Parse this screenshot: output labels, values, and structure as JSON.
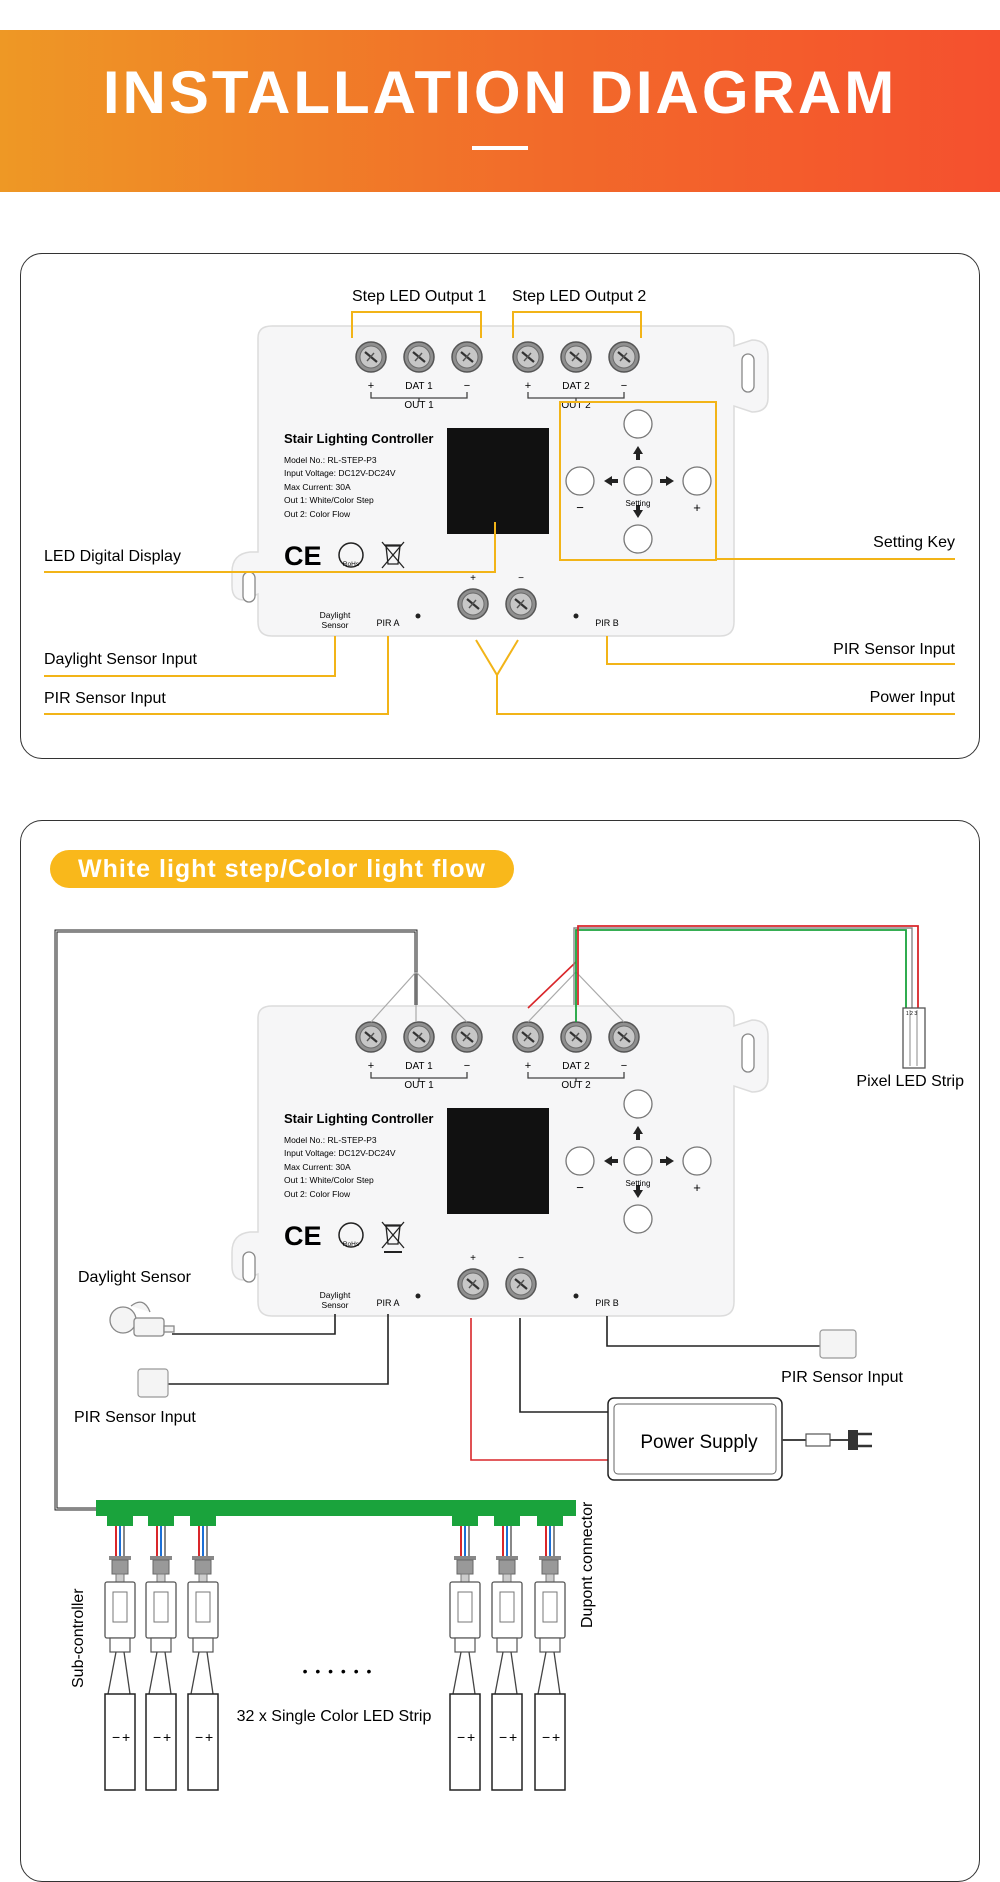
{
  "header": {
    "title": "INSTALLATION DIAGRAM"
  },
  "device": {
    "title": "Stair Lighting Controller",
    "specs": [
      "Model No.: RL-STEP-P3",
      "Input Voltage: DC12V-DC24V",
      "Max Current: 30A",
      "Out 1: White/Color Step",
      "Out 2: Color Flow"
    ],
    "dat1": "DAT 1",
    "dat2": "DAT 2",
    "out1": "OUT 1",
    "out2": "OUT 2",
    "plus": "+",
    "minus": "−",
    "setting": "Setting",
    "daylight_sensor": "Daylight Sensor",
    "pir_a": "PIR A",
    "pir_b": "PIR B",
    "ce": "CE",
    "rohs": "RoHs"
  },
  "diagram1": {
    "step_led_output_1": "Step LED Output 1",
    "step_led_output_2": "Step LED Output 2",
    "led_digital_display": "LED Digital Display",
    "setting_key": "Setting Key",
    "daylight_sensor_input": "Daylight Sensor Input",
    "pir_sensor_input_left": "PIR Sensor Input",
    "pir_sensor_input_right": "PIR Sensor Input",
    "power_input": "Power Input",
    "accent_color": "#f2b418"
  },
  "diagram2": {
    "badge": "White light step/Color light flow",
    "pixel_led_strip": "Pixel LED Strip",
    "daylight_sensor": "Daylight Sensor",
    "pir_sensor_input_left": "PIR Sensor Input",
    "pir_sensor_input_right": "PIR Sensor Input",
    "power_supply": "Power Supply",
    "dupont_connector": "Dupont connector",
    "sub_controller": "Sub-controller",
    "strip_count": "32 x Single Color LED Strip",
    "ellipsis": "• • • • • •",
    "strip_terminal_minus": "−",
    "strip_terminal_plus": "+",
    "pixel_pins": "1 2 3",
    "bus_color": "#1aa33c",
    "wire_red": "#d9262a",
    "wire_green": "#1aa33c"
  }
}
